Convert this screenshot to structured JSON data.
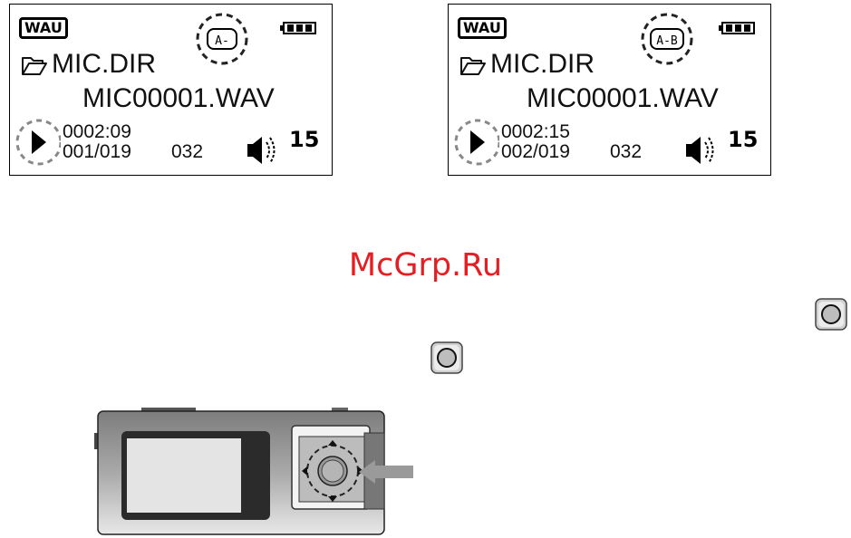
{
  "screens": [
    {
      "format_badge": "WAU",
      "repeat_label": "A-",
      "folder": "MIC.DIR",
      "file": "MIC00001.WAV",
      "elapsed": "0002:09",
      "track": "001/019",
      "bitrate": "032",
      "volume": "15",
      "battery_level": 1.0,
      "icons": [
        "folder-icon",
        "play-icon",
        "speaker-icon",
        "battery-icon",
        "repeat-icon"
      ]
    },
    {
      "format_badge": "WAU",
      "repeat_label": "A-B",
      "folder": "MIC.DIR",
      "file": "MIC00001.WAV",
      "elapsed": "0002:15",
      "track": "002/019",
      "bitrate": "032",
      "volume": "15",
      "battery_level": 1.0,
      "icons": [
        "folder-icon",
        "play-icon",
        "speaker-icon",
        "battery-icon",
        "repeat-icon"
      ]
    }
  ],
  "watermark": "McGrp.Ru",
  "button_icons": [
    "select-button-icon",
    "select-button-icon"
  ],
  "device": {
    "icons": [
      "navigation-pad-icon",
      "arrow-right-icon"
    ]
  },
  "colors": {
    "watermark": "#e31e24",
    "dashed_circle": "#555555",
    "device_body": "#8a8a8a"
  }
}
